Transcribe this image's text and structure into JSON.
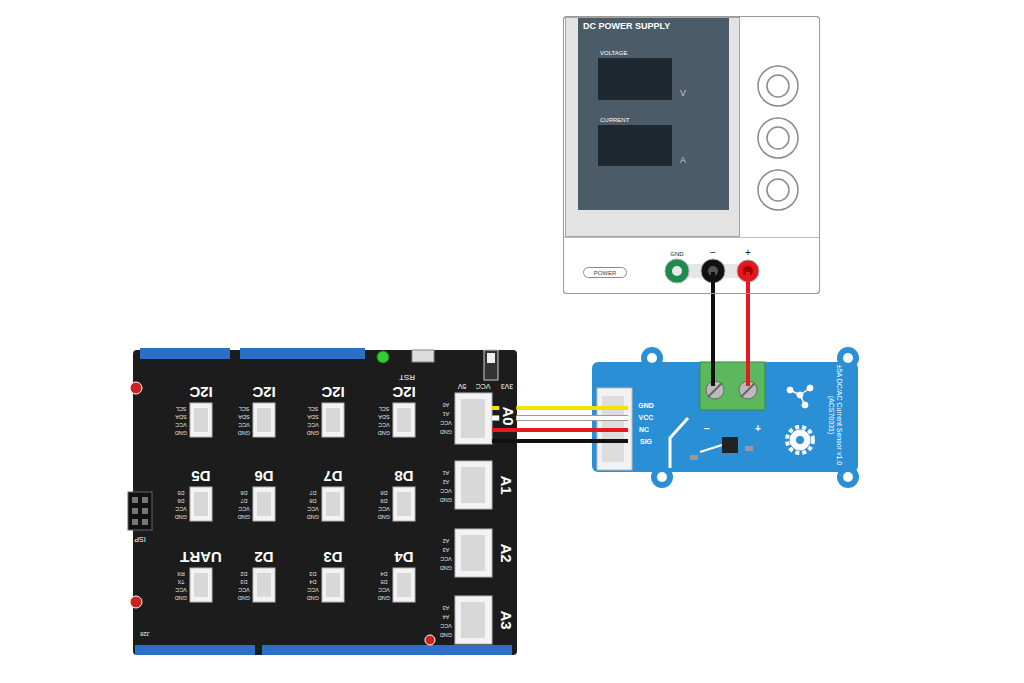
{
  "diagram": {
    "nodes": [
      {
        "text": [
          "DC POWER SUPPLY"
        ]
      },
      {
        "text": [
          "VOLTAGE",
          "V"
        ],
        "in": 0
      },
      {
        "text": [
          "CURRENT",
          "A"
        ],
        "in": 0
      },
      {
        "text": [
          "POWER"
        ],
        "in": 0
      },
      {
        "text": [
          "A0"
        ]
      },
      {
        "text": [
          "±5A DC/AC Current Sensor v1.0 (ACS70331)"
        ]
      }
    ],
    "edges": [
      {
        "from": 4,
        "to": 5,
        "arrow": "none"
      },
      {
        "from": 4,
        "to": 5,
        "arrow": "none"
      },
      {
        "from": 4,
        "to": 5,
        "arrow": "none"
      },
      {
        "from": 4,
        "to": 5,
        "arrow": "none"
      },
      {
        "from": 0,
        "to": 5,
        "arrow": "none"
      },
      {
        "from": 0,
        "to": 5,
        "arrow": "none"
      }
    ],
    "labels": [
      "GND",
      "−",
      "+",
      "GND",
      "VCC",
      "NC",
      "SIG",
      "−",
      "+",
      "RST",
      "3V3",
      "VCC",
      "5V",
      "I2C",
      "I2C",
      "I2C",
      "I2C",
      "D5",
      "D6",
      "D7",
      "D8",
      "UART",
      "D2",
      "D3",
      "D4",
      "A1",
      "A2",
      "A3",
      "ISP",
      "J28",
      "SCL",
      "SDA",
      "VCC",
      "GND",
      "SCL",
      "SDA",
      "VCC",
      "GND",
      "SCL",
      "SDA",
      "VCC",
      "GND",
      "SCL",
      "SDA",
      "VCC",
      "GND",
      "D5",
      "D6",
      "VCC",
      "GND",
      "D6",
      "D7",
      "VCC",
      "GND",
      "D7",
      "D8",
      "VCC",
      "GND",
      "D8",
      "D9",
      "VCC",
      "GND",
      "RX",
      "TX",
      "VCC",
      "GND",
      "D2",
      "D3",
      "VCC",
      "GND",
      "D3",
      "D4",
      "VCC",
      "GND",
      "D4",
      "D5",
      "VCC",
      "GND",
      "A0",
      "A1",
      "VCC",
      "GND",
      "A1",
      "A2",
      "VCC",
      "GND",
      "A2",
      "A3",
      "VCC",
      "GND",
      "A3",
      "A4",
      "VCC",
      "GND"
    ]
  }
}
